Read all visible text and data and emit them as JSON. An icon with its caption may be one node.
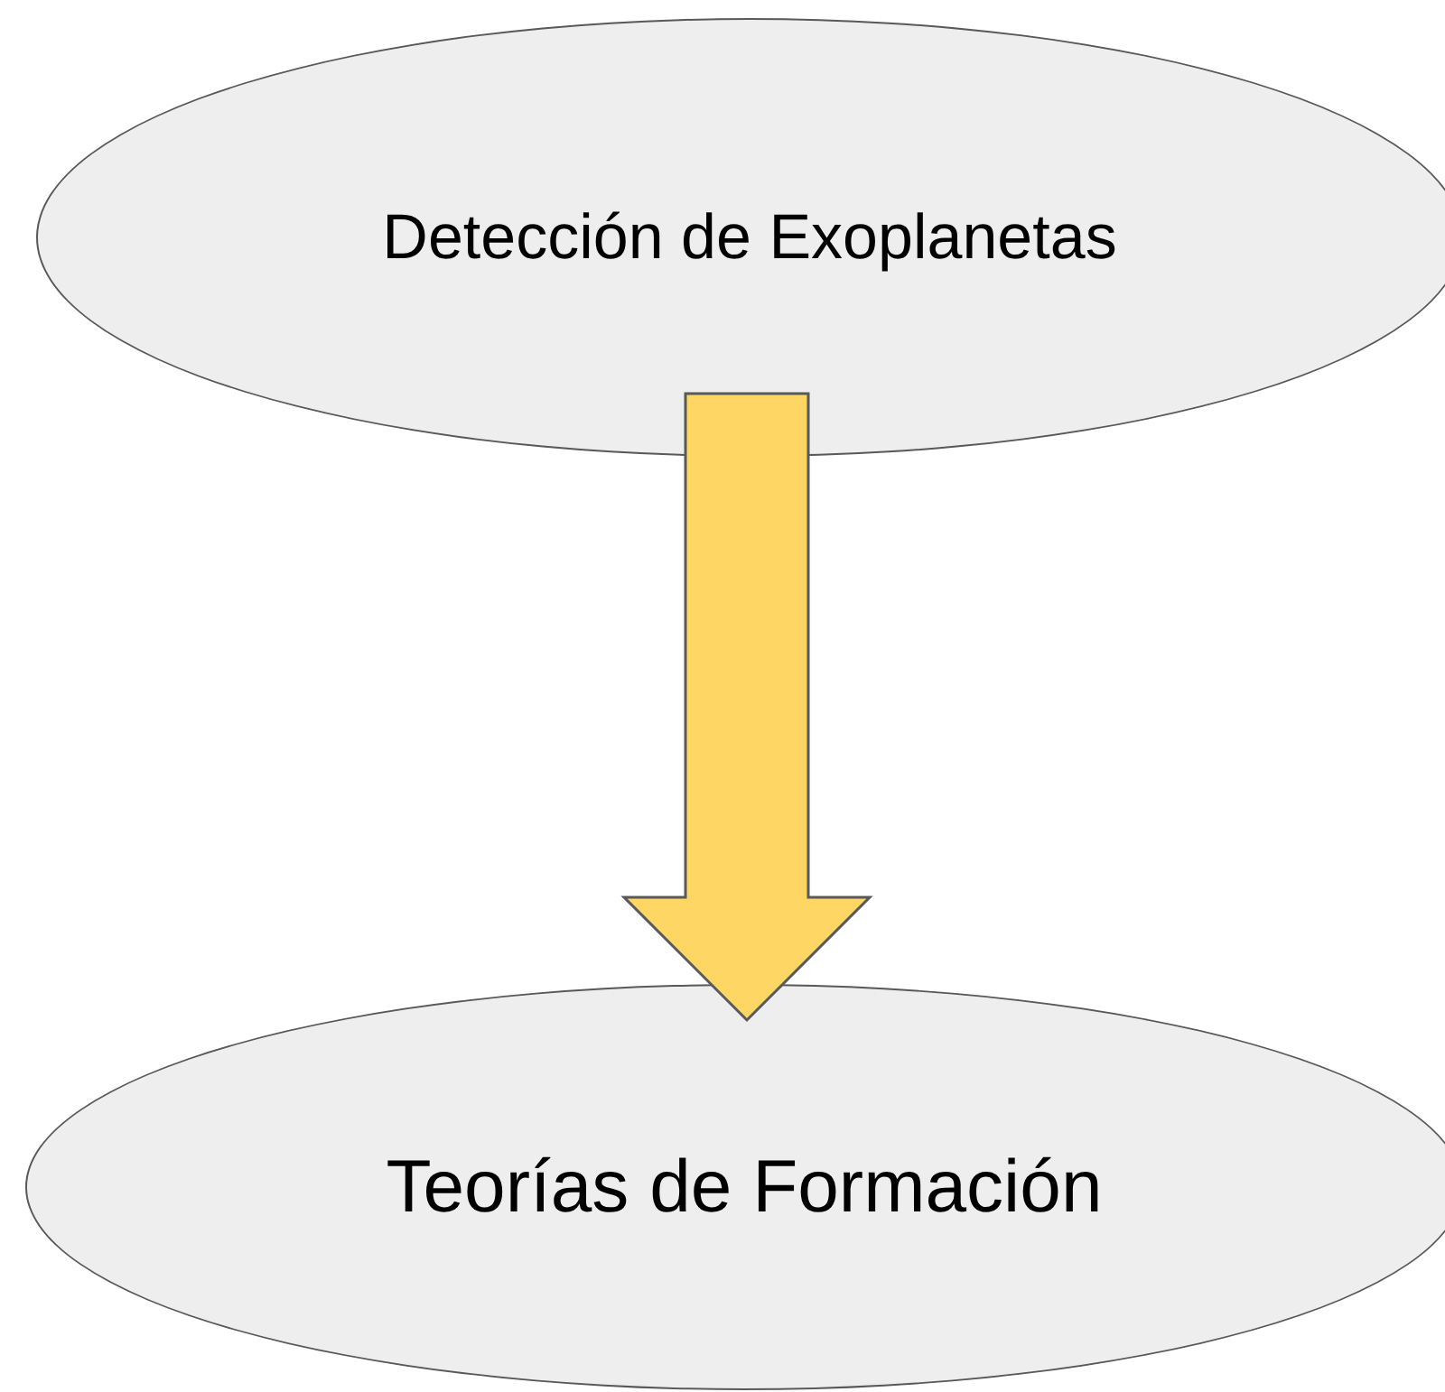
{
  "diagram": {
    "nodes": [
      {
        "text": [
          "Detección de Exoplanetas"
        ]
      },
      {
        "text": [
          "Teorías de Formación"
        ]
      }
    ],
    "edges": [
      {
        "from": 0,
        "to": 1,
        "arrow": "to",
        "style": "thick"
      }
    ]
  }
}
